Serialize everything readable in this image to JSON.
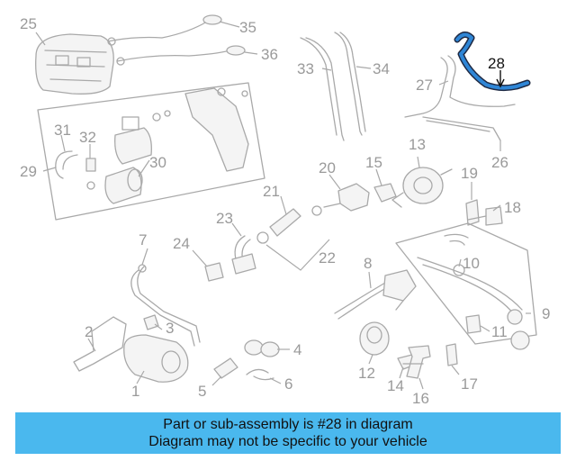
{
  "callouts": [
    "1",
    "2",
    "3",
    "4",
    "5",
    "6",
    "7",
    "8",
    "9",
    "10",
    "11",
    "12",
    "13",
    "14",
    "15",
    "16",
    "17",
    "18",
    "19",
    "20",
    "21",
    "22",
    "23",
    "24",
    "25",
    "26",
    "27",
    "28",
    "29",
    "30",
    "31",
    "32",
    "33",
    "34",
    "35",
    "36"
  ],
  "highlighted_part": "28",
  "banner": {
    "line1": "Part or sub-assembly is #28 in diagram",
    "line2": "Diagram may not be specific to your vehicle"
  },
  "colors": {
    "banner_bg": "#4ab8ee",
    "highlight_blue": "#2f86d6",
    "line_gray": "#a9a9a9"
  }
}
